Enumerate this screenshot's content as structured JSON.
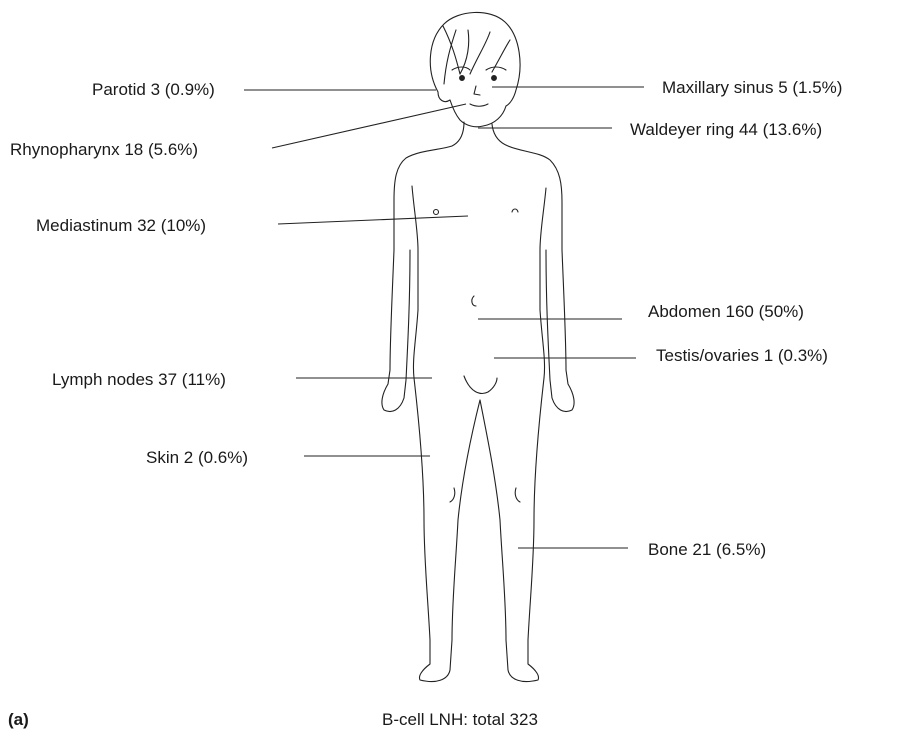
{
  "panel_letter": "(a)",
  "caption": "B-cell LNH: total 323",
  "sites": [
    {
      "name": "Parotid 3 (0.9%)"
    },
    {
      "name": "Rhynopharynx 18 (5.6%)"
    },
    {
      "name": "Mediastinum 32 (10%)"
    },
    {
      "name": "Lymph nodes 37 (11%)"
    },
    {
      "name": "Skin 2 (0.6%)"
    },
    {
      "name": "Maxillary sinus 5 (1.5%)"
    },
    {
      "name": "Waldeyer ring 44 (13.6%)"
    },
    {
      "name": "Abdomen 160 (50%)"
    },
    {
      "name": "Testis/ovaries 1 (0.3%)"
    },
    {
      "name": "Bone  21 (6.5%)"
    }
  ]
}
